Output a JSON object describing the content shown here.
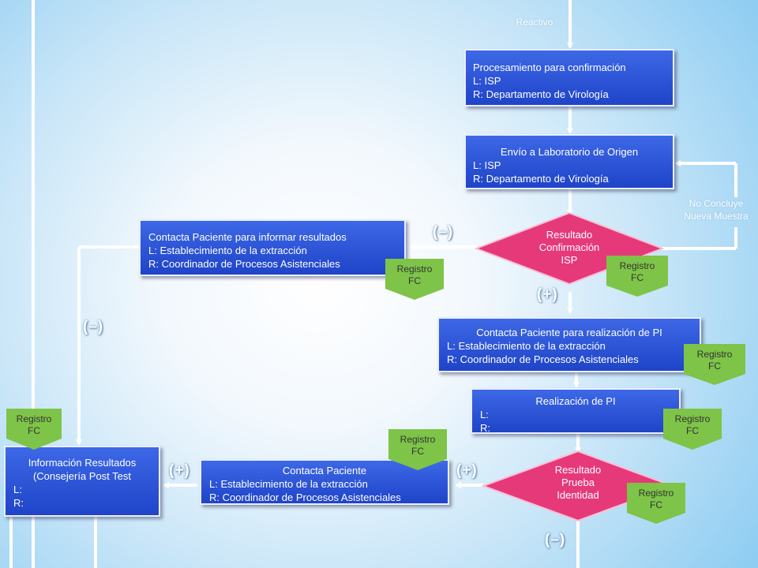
{
  "labels": {
    "reactivo": "Reactivo",
    "no_concluye": "No Concluye",
    "nueva_muestra": "Nueva Muestra"
  },
  "signs": {
    "neg": "(–)",
    "pos": "(+)"
  },
  "boxes": {
    "procesamiento": [
      "Procesamiento para confirmación",
      "L: ISP",
      "R: Departamento de Virología"
    ],
    "envio": [
      "Envío a Laboratorio de Origen",
      "L: ISP",
      "R: Departamento de Virología"
    ],
    "contacta_informar": [
      "Contacta Paciente para informar resultados",
      "L: Establecimiento de la extracción",
      "R: Coordinador de Procesos Asistenciales"
    ],
    "contacta_pi": [
      "Contacta Paciente para realización de PI",
      "L: Establecimiento de la extracción",
      "R: Coordinador de Procesos Asistenciales"
    ],
    "realizacion_pi": [
      "Realización de PI",
      "L:",
      "R:"
    ],
    "contacta_paciente": [
      "Contacta Paciente",
      "L: Establecimiento de la extracción",
      "R: Coordinador de Procesos Asistenciales"
    ],
    "informacion": [
      "Información Resultados",
      "(Consejería Post Test",
      "L:",
      "R:"
    ]
  },
  "decisions": {
    "confirmacion": [
      "Resultado",
      "Confirmación",
      "ISP"
    ],
    "identidad": [
      "Resultado",
      "Prueba",
      "Identidad"
    ]
  },
  "registro": [
    "Registro",
    "FC"
  ],
  "colors": {
    "box_fill": "#2a52d6",
    "diamond_fill": "#e6397a",
    "tag_fill": "#7ec448",
    "line": "#ffffff"
  }
}
